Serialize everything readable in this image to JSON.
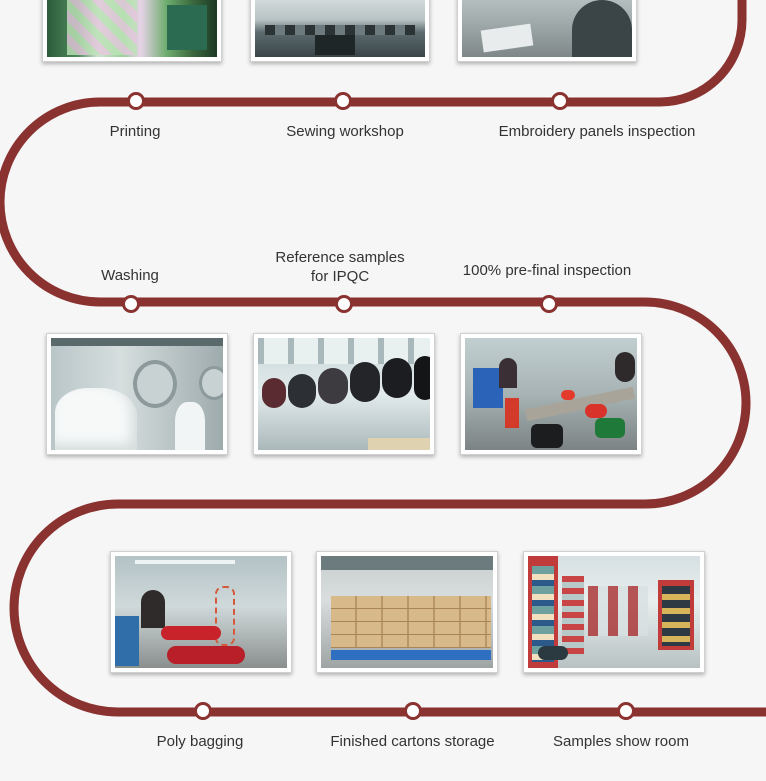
{
  "colors": {
    "track": "#8a3230",
    "background": "#f6f6f6",
    "label": "#333333"
  },
  "steps": [
    {
      "label": "Printing"
    },
    {
      "label": "Sewing workshop"
    },
    {
      "label": "Embroidery panels inspection"
    },
    {
      "label": "Washing"
    },
    {
      "label_line1": "Reference samples",
      "label_line2": "for IPQC"
    },
    {
      "label": "100% pre-final inspection"
    },
    {
      "label": "Poly bagging"
    },
    {
      "label": "Finished cartons storage"
    },
    {
      "label": "Samples show room"
    }
  ]
}
